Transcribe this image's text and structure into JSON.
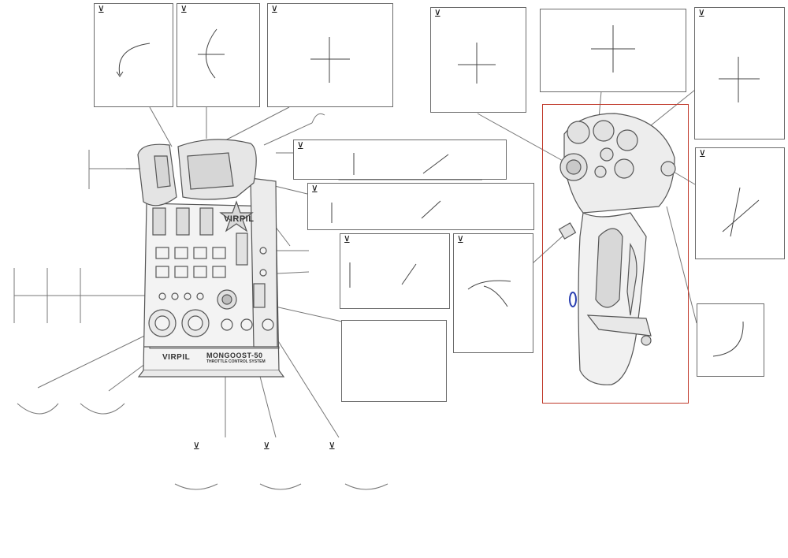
{
  "page": {
    "corner_glyph": "⊻",
    "throttle_brand": "VIRPIL",
    "throttle_model": "MONGOOST-50",
    "throttle_sub": "THROTTLE CONTROL SYSTEM",
    "base_brand": "VIRPIL"
  },
  "icons": {
    "corner": "axis-corner-icon"
  },
  "colors": {
    "stroke": "#6b6b6b",
    "curve": "#444444",
    "frame": "#c0392b",
    "marker": "#2a3fb0"
  }
}
